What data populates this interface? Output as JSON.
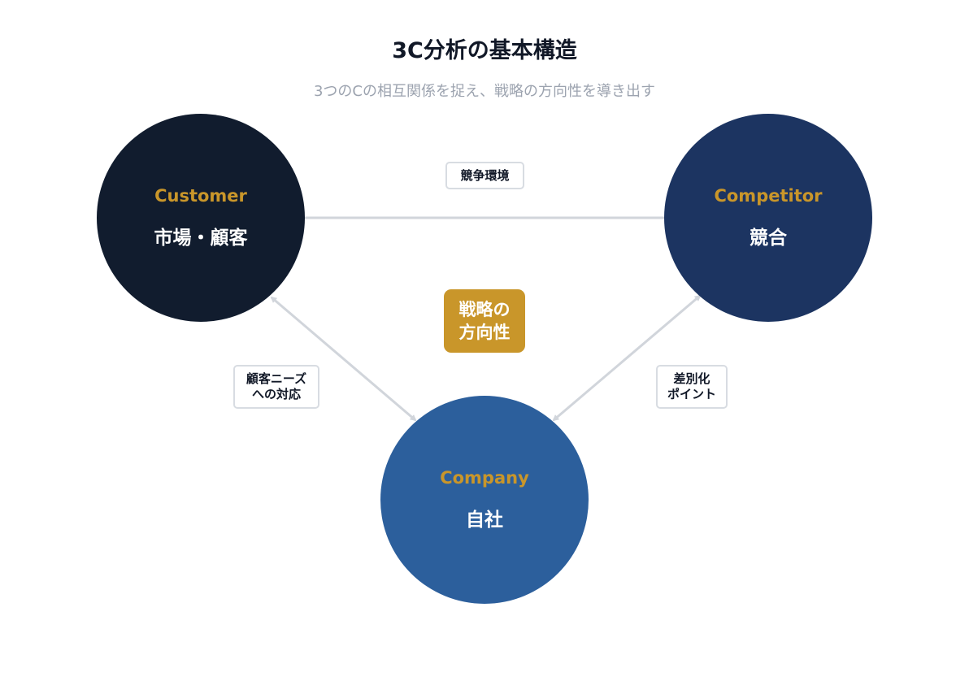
{
  "title": "3C分析の基本構造",
  "subtitle": "3つのCの相互関係を捉え、戦略の方向性を導き出す",
  "nodes": {
    "customer": {
      "en": "Customer",
      "jp": "市場・顧客",
      "color": "#111c2e"
    },
    "competitor": {
      "en": "Competitor",
      "jp": "競合",
      "color": "#1c3461"
    },
    "company": {
      "en": "Company",
      "jp": "自社",
      "color": "#2c5f9c"
    }
  },
  "edges": {
    "customer_competitor": "競争環境",
    "customer_company": [
      "顧客ニーズ",
      "への対応"
    ],
    "competitor_company": [
      "差別化",
      "ポイント"
    ]
  },
  "center": [
    "戦略の",
    "方向性"
  ],
  "accent": "#c9962a"
}
